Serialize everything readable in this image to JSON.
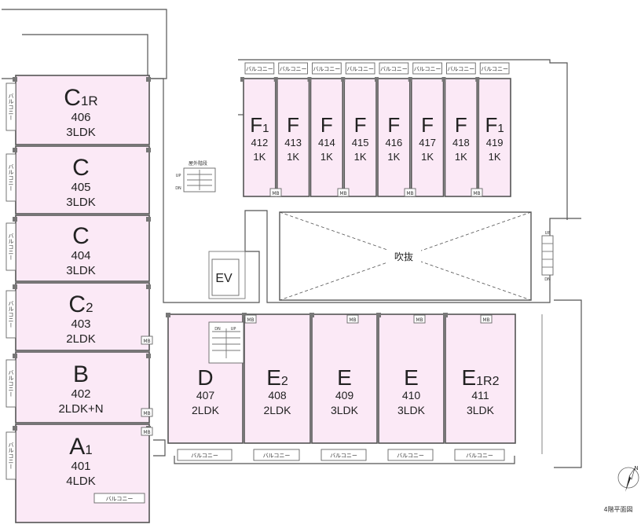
{
  "plan": {
    "floor_caption": "4階平面図",
    "void_label": "吹抜",
    "elevator_label": "EV",
    "stair_label": "屋外階段",
    "up": "UP",
    "dn": "DN",
    "balcony": "バルコニー",
    "mb": "MB",
    "compass_n": "N"
  },
  "units_west": [
    {
      "type": "C",
      "sub": "1R",
      "number": "406",
      "layout": "3LDK"
    },
    {
      "type": "C",
      "sub": "",
      "number": "405",
      "layout": "3LDK"
    },
    {
      "type": "C",
      "sub": "",
      "number": "404",
      "layout": "3LDK"
    },
    {
      "type": "C",
      "sub": "2",
      "number": "403",
      "layout": "2LDK"
    },
    {
      "type": "B",
      "sub": "",
      "number": "402",
      "layout": "2LDK+N"
    },
    {
      "type": "A",
      "sub": "1",
      "number": "401",
      "layout": "4LDK"
    }
  ],
  "units_north": [
    {
      "type": "F",
      "sub": "1",
      "number": "412",
      "layout": "1K"
    },
    {
      "type": "F",
      "sub": "",
      "number": "413",
      "layout": "1K"
    },
    {
      "type": "F",
      "sub": "",
      "number": "414",
      "layout": "1K"
    },
    {
      "type": "F",
      "sub": "",
      "number": "415",
      "layout": "1K"
    },
    {
      "type": "F",
      "sub": "",
      "number": "416",
      "layout": "1K"
    },
    {
      "type": "F",
      "sub": "",
      "number": "417",
      "layout": "1K"
    },
    {
      "type": "F",
      "sub": "",
      "number": "418",
      "layout": "1K"
    },
    {
      "type": "F",
      "sub": "1",
      "number": "419",
      "layout": "1K"
    }
  ],
  "units_south": [
    {
      "type": "D",
      "sub": "",
      "number": "407",
      "layout": "2LDK"
    },
    {
      "type": "E",
      "sub": "2",
      "number": "408",
      "layout": "2LDK"
    },
    {
      "type": "E",
      "sub": "",
      "number": "409",
      "layout": "3LDK"
    },
    {
      "type": "E",
      "sub": "",
      "number": "410",
      "layout": "3LDK"
    },
    {
      "type": "E",
      "sub": "1R2",
      "number": "411",
      "layout": "3LDK"
    }
  ]
}
